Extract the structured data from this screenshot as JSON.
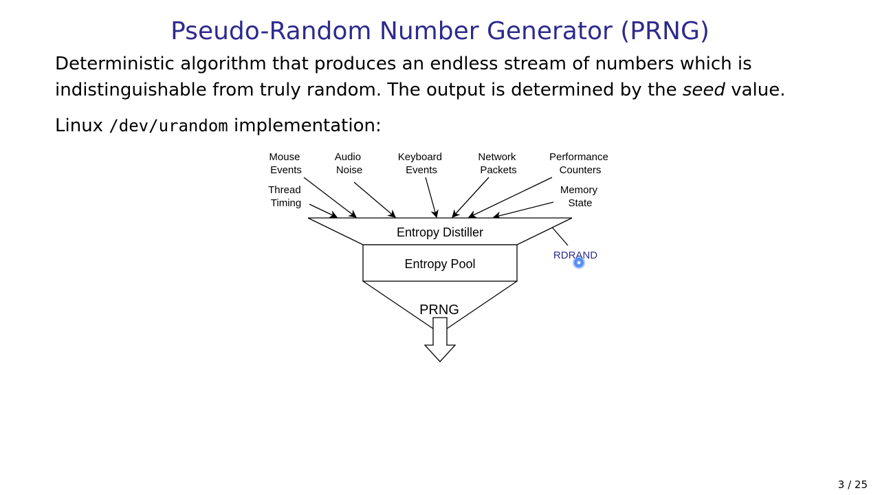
{
  "slide": {
    "title": "Pseudo-Random Number Generator (PRNG)",
    "paragraph": {
      "line1": "Deterministic algorithm that produces an endless stream of numbers which is",
      "line2_pre": "indistinguishable from truly random.  The output is determined by the ",
      "line2_em": "seed",
      "line2_post": " value."
    },
    "linux_line": {
      "pre": "Linux ",
      "code": "/dev/urandom",
      "post": " implementation:"
    },
    "page_number": "3 / 25"
  },
  "diagram": {
    "sources": {
      "mouse": [
        "Mouse",
        "Events"
      ],
      "audio": [
        "Audio",
        "Noise"
      ],
      "keyboard": [
        "Keyboard",
        "Events"
      ],
      "network": [
        "Network",
        "Packets"
      ],
      "performance": [
        "Performance",
        "Counters"
      ],
      "thread": [
        "Thread",
        "Timing"
      ],
      "memory": [
        "Memory",
        "State"
      ]
    },
    "distiller_label": "Entropy Distiller",
    "pool_label": "Entropy Pool",
    "prng_label": "PRNG",
    "rdrand_label": "RDRAND",
    "colors": {
      "title": "#2e2a8c",
      "rdrand": "#2e2a8c",
      "cursor": "#2f6fe0"
    }
  }
}
